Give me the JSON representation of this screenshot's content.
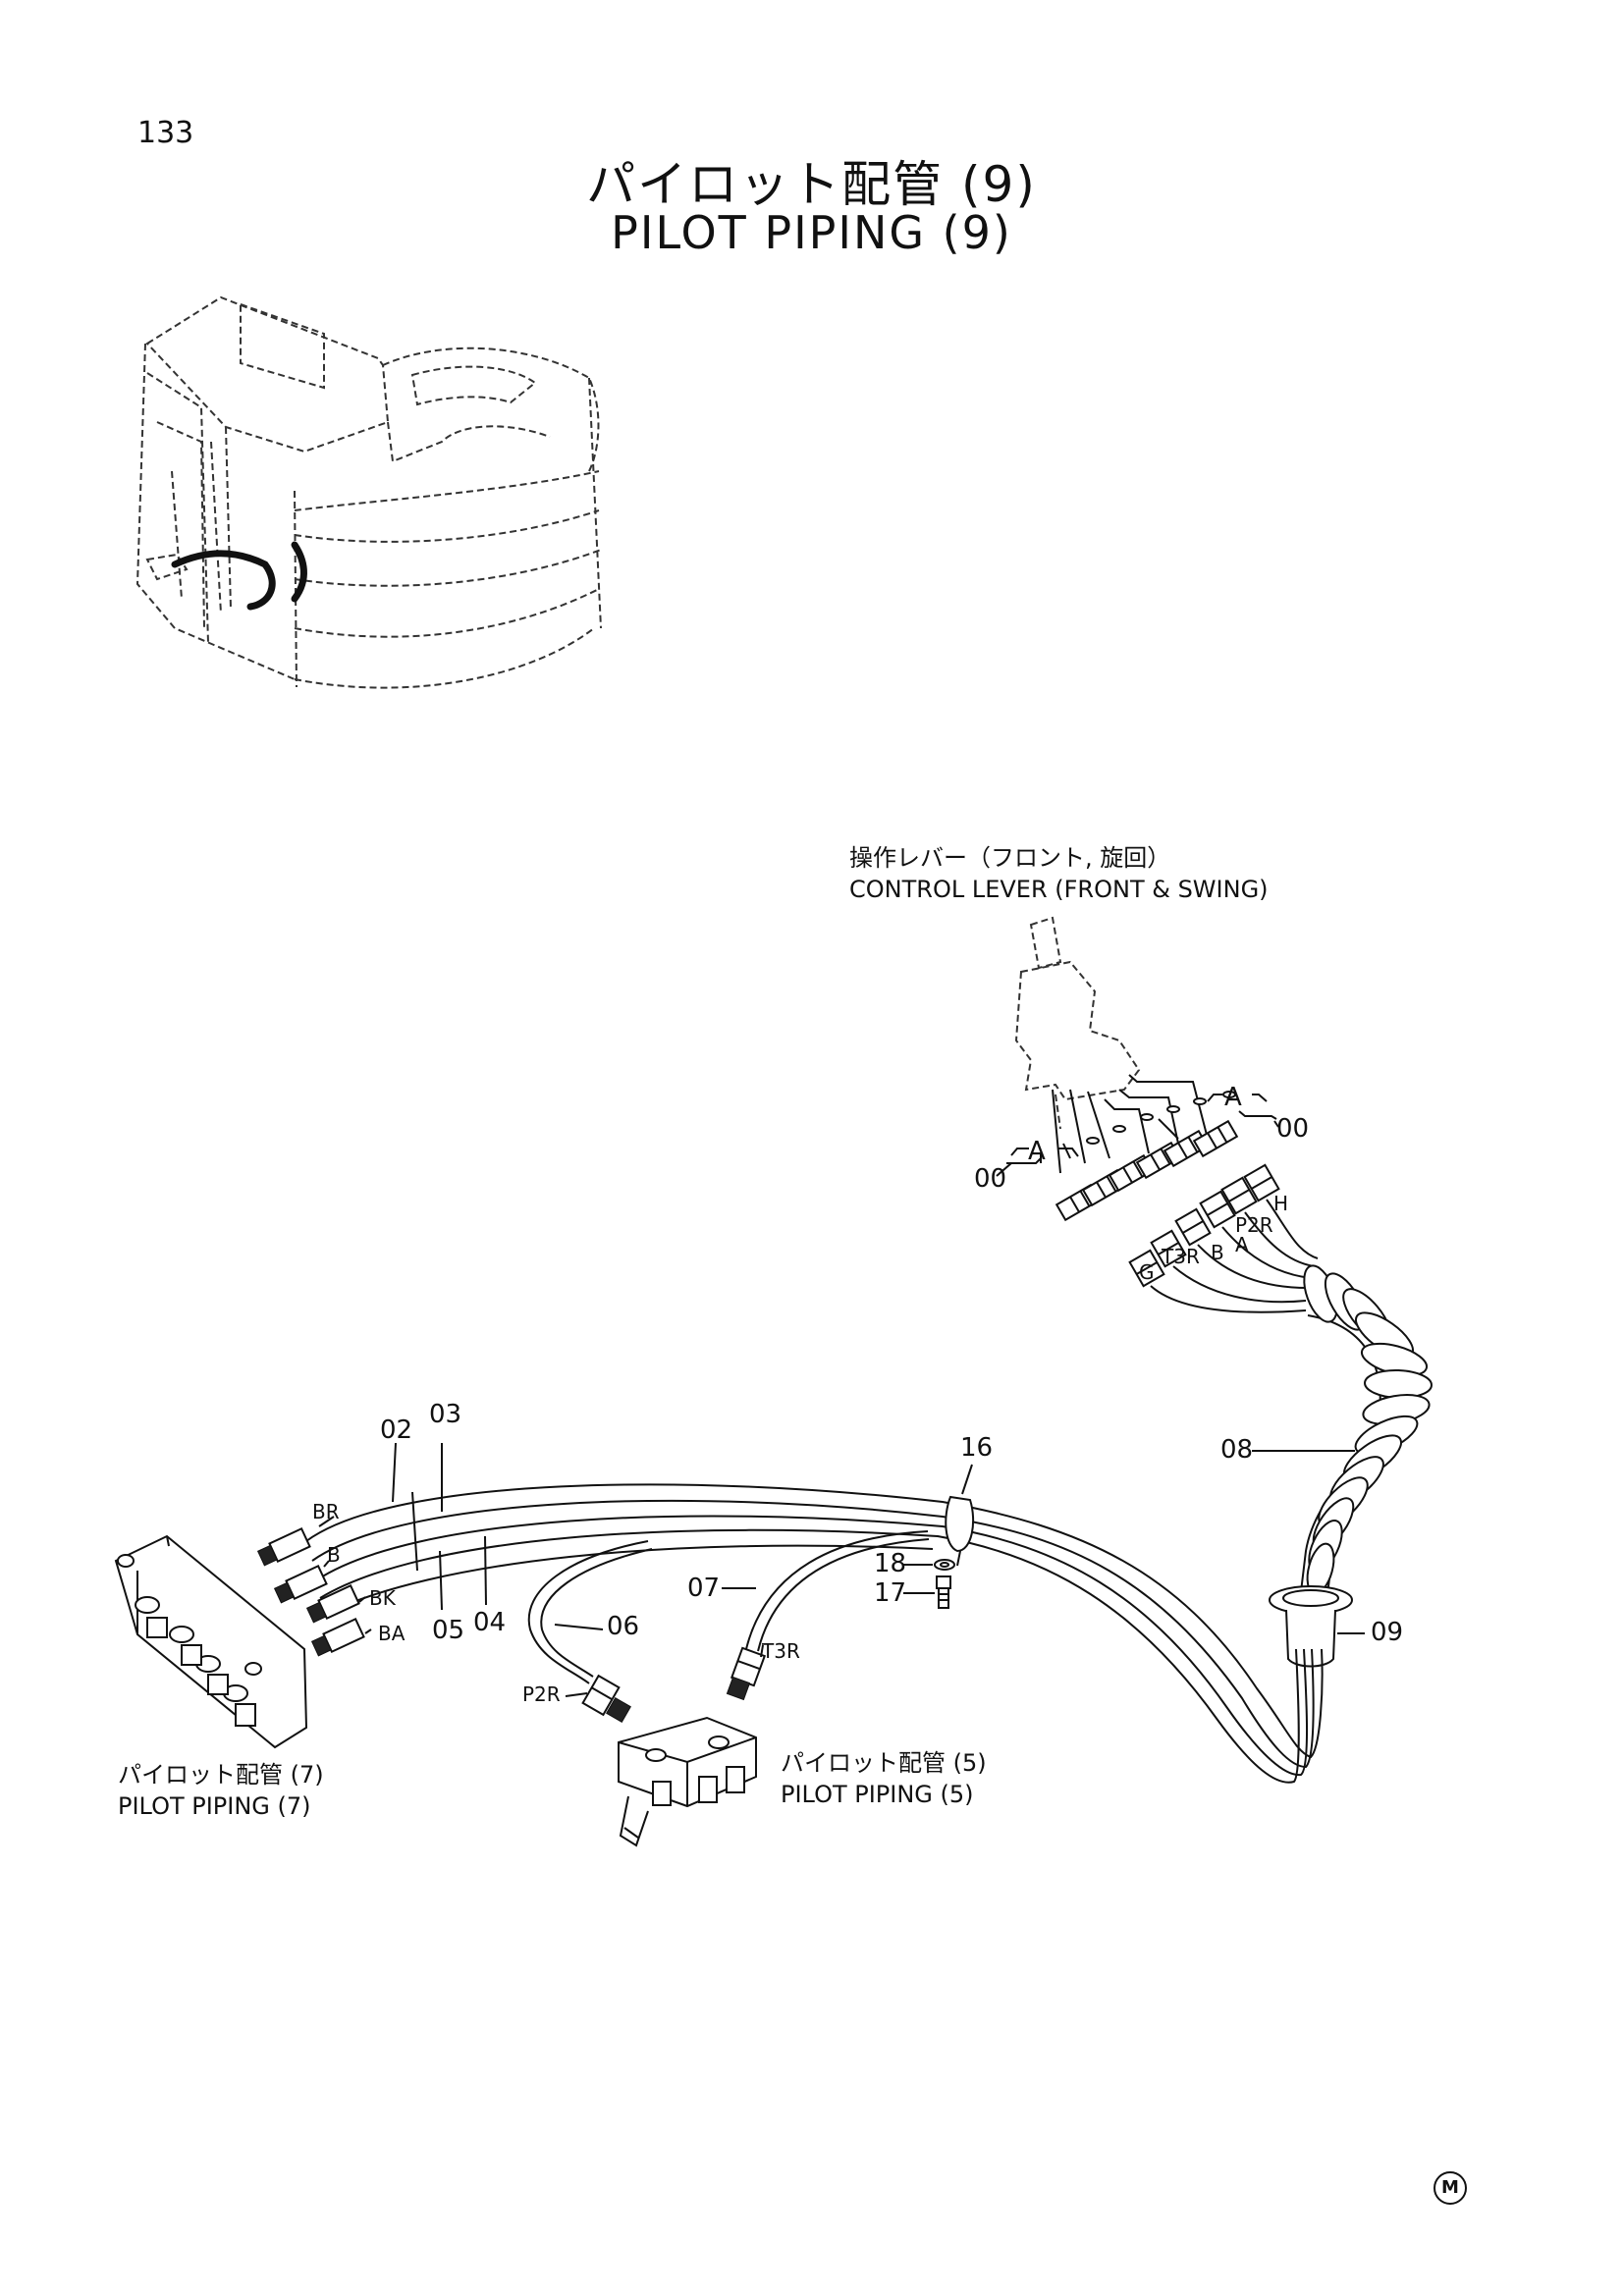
{
  "header": {
    "page_number": "133",
    "title_jp": "パイロット配管 (9)",
    "title_en": "PILOT PIPING (9)"
  },
  "captions": {
    "control_lever_jp": "操作レバー（フロント, 旋回）",
    "control_lever_en": "CONTROL LEVER (FRONT & SWING)",
    "pilot_piping_7_jp": "パイロット配管 (7)",
    "pilot_piping_7_en": "PILOT PIPING (7)",
    "pilot_piping_5_jp": "パイロット配管 (5)",
    "pilot_piping_5_en": "PILOT PIPING (5)"
  },
  "part_numbers": {
    "p00_left": "00",
    "p00_right": "00",
    "p02": "02",
    "p03": "03",
    "p04": "04",
    "p05": "05",
    "p06": "06",
    "p07": "07",
    "p08": "08",
    "p09": "09",
    "p16": "16",
    "p17": "17",
    "p18": "18"
  },
  "port_labels": {
    "detail_a_left": "A",
    "detail_a_right": "A",
    "h": "H",
    "p2r_lever": "P2R",
    "a": "A",
    "b_lever": "B",
    "t3r_lever": "T3R",
    "g": "G",
    "br": "BR",
    "b_block": "B",
    "bk": "BK",
    "ba": "BA",
    "p2r_valve": "P2R",
    "t3r_valve": "T3R"
  },
  "footer": {
    "mark": "M"
  }
}
